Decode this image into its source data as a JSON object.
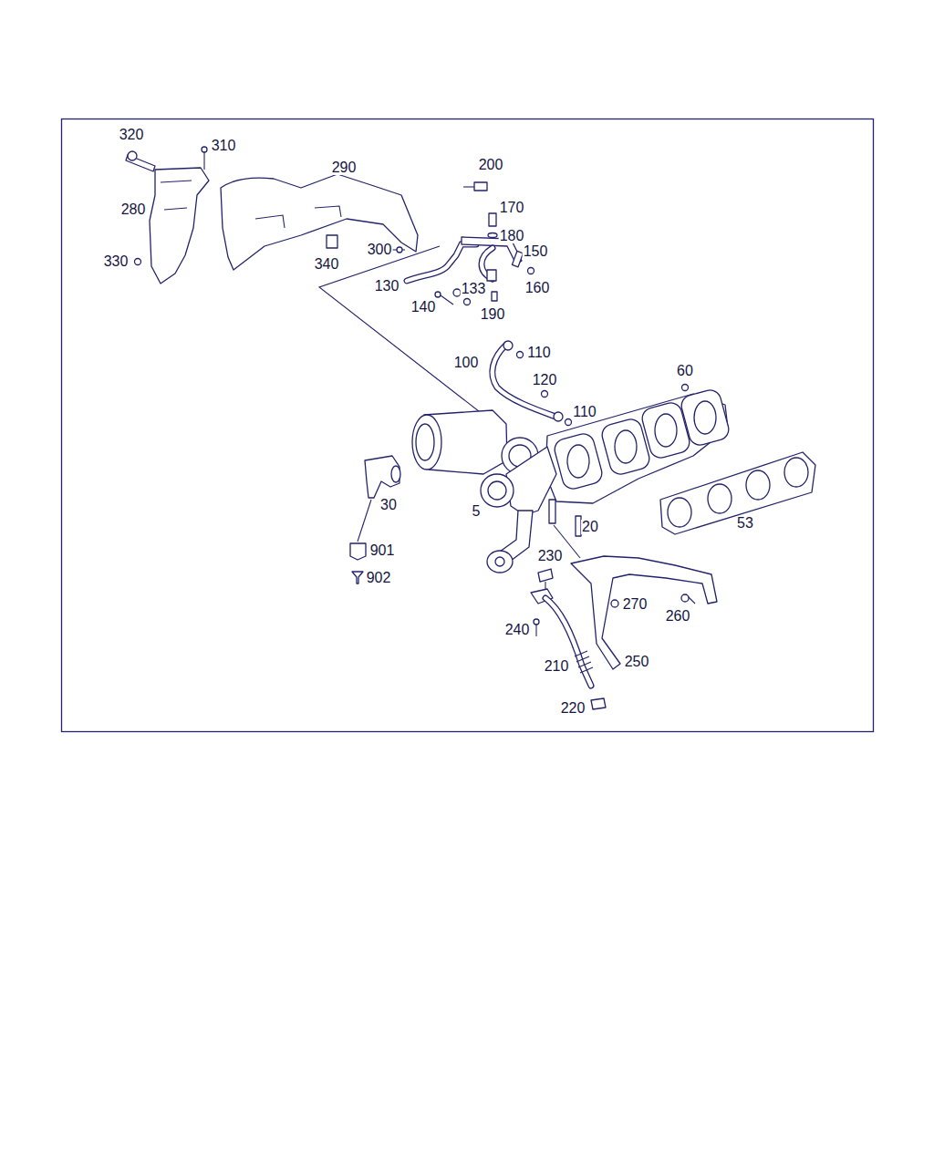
{
  "diagram": {
    "labels": [
      "320",
      "310",
      "290",
      "200",
      "170",
      "180",
      "280",
      "150",
      "300",
      "340",
      "330",
      "130",
      "133",
      "160",
      "140",
      "190",
      "110",
      "100",
      "60",
      "120",
      "110",
      "30",
      "5",
      "20",
      "53",
      "901",
      "902",
      "230",
      "270",
      "260",
      "240",
      "210",
      "250",
      "220"
    ]
  }
}
